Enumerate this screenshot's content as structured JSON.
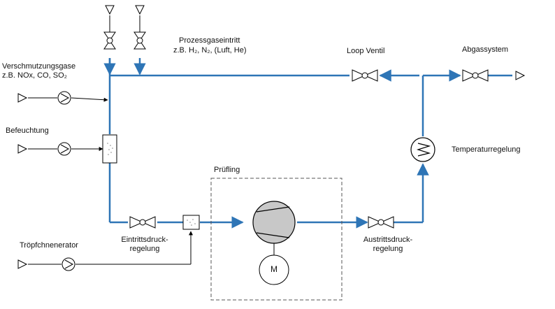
{
  "labels": {
    "pollutant_gases_line1": "Verschmutzungsgase",
    "pollutant_gases_line2": "z.B. NOx, CO, SO₂",
    "humidification": "Befeuchtung",
    "droplet_generator": "Tröpfchnenerator",
    "process_gas_inlet_line1": "Prozessgaseintritt",
    "process_gas_inlet_line2": "z.B. H₂, N₂, (Luft, He)",
    "loop_valve": "Loop Ventil",
    "exhaust_system": "Abgassystem",
    "temperature_control": "Temperaturregelung",
    "test_specimen": "Prüfling",
    "inlet_pressure_line1": "Eintrittsdruck-",
    "inlet_pressure_line2": "regelung",
    "outlet_pressure_line1": "Austrittsdruck-",
    "outlet_pressure_line2": "regelung",
    "motor": "M"
  },
  "colors": {
    "process_line": "#2e75b6",
    "auxiliary_line": "#000000",
    "symbol_stroke": "#000000",
    "compressor_fill": "#c8c8c8"
  }
}
